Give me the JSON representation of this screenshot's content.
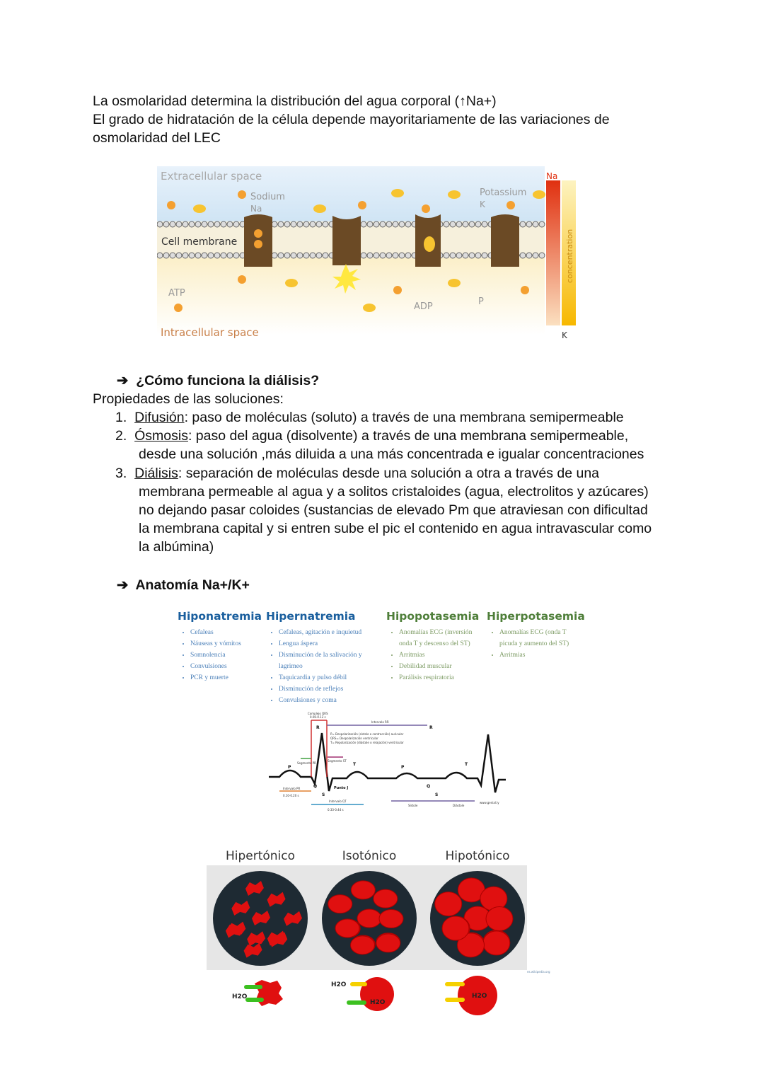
{
  "intro": {
    "line1": "La osmolaridad determina la distribución del agua corporal (↑Na+)",
    "line2": "El grado de hidratación de la célula depende mayoritariamente de las variaciones de",
    "line3": "osmolaridad del LEC"
  },
  "membrane_figure": {
    "extracellular": "Extracellular space",
    "intracellular": "Intracellular space",
    "cell_membrane": "Cell membrane",
    "sodium": "Sodium",
    "sodium_symbol": "Na",
    "potassium": "Potassium",
    "potassium_symbol": "K",
    "atp": "ATP",
    "adp": "ADP",
    "pi": "P",
    "na_bar": "Na",
    "k_bar": "K",
    "concentration": "concentration",
    "colors": {
      "sodium": "#f4a030",
      "potassium": "#f7c430",
      "channel": "#6b4a25",
      "gradient_na": "#e03010",
      "gradient_k": "#f7b800"
    }
  },
  "section1": {
    "heading": "¿Cómo funciona la diálisis?",
    "subheading": "Propiedades de las soluciones:",
    "items": [
      {
        "num": "1.",
        "term": "Difusión",
        "text": ": paso de moléculas (soluto) a través de una membrana semipermeable",
        "more": []
      },
      {
        "num": "2.",
        "term": "Ósmosis",
        "text": ": paso del agua (disolvente) a través de una membrana semipermeable,",
        "more": [
          "desde una solución ,más diluida a una más concentrada e igualar concentraciones"
        ]
      },
      {
        "num": "3.",
        "term": "Diálisis",
        "text": ": separación de moléculas desde una solución a otra a través de una",
        "more": [
          "membrana permeable al agua y a solitos cristaloides (agua, electrolitos y azúcares)",
          "no dejando pasar coloides (sustancias de elevado Pm que atraviesan con dificultad",
          "la membrana capital y si entren sube el pic el contenido en agua intravascular como",
          "la albúmina)"
        ]
      }
    ]
  },
  "section2": {
    "heading": "Anatomía Na+/K+"
  },
  "electrolytes": [
    {
      "title": "Hiponatremia",
      "items": [
        "Cefaleas",
        "Náuseas y vómitos",
        "Somnolencia",
        "Convulsiones",
        "PCR y muerte"
      ]
    },
    {
      "title": "Hipernatremia",
      "items": [
        "Cefaleas, agitación e inquietud",
        "Lengua áspera",
        "Disminución de la salivación y lagrimeo",
        "Taquicardia y pulso débil",
        "Disminución de reflejos",
        "Convulsiones y coma"
      ]
    },
    {
      "title": "Hipopotasemia",
      "items": [
        "Anomalías ECG (inversión onda T y descenso del ST)",
        "Arritmias",
        "Debilidad muscular",
        "Parálisis respiratoria"
      ]
    },
    {
      "title": "Hiperpotasemia",
      "items": [
        "Anomalías ECG (onda T picuda y aumento del ST)",
        "Arritmias"
      ]
    }
  ],
  "ecg": {
    "qrs": "Complejo QRS",
    "qrs_time": "0.06-0.12 s",
    "rr": "Intervalo RR",
    "legend": [
      "P= Despolarización (sístole o contracción) auricular",
      "QRS= Despolarización ventricular",
      "T= Repolarización (diástole o relajación) ventricular"
    ],
    "pr_segment": "Segmento PR",
    "st_segment": "Segmento ST",
    "pr_interval": "Intervalo PR",
    "pr_time": "0.10-0.20 s",
    "qt_interval": "Intervalo QT",
    "qt_time": "0.33-0.44 s",
    "point_j": "Punto J",
    "systole": "Sístole",
    "diastole": "Diástole",
    "waves": {
      "P": "P",
      "Q": "Q",
      "R": "R",
      "S": "S",
      "T": "T"
    },
    "credit": "www.genial.ly"
  },
  "tonicity": {
    "labels": [
      "Hipertónico",
      "Isotónico",
      "Hipotónico"
    ],
    "water": "H2O",
    "credit": "es.wikipedia.org",
    "colors": {
      "cell": "#e01010",
      "background": "#1e2a33",
      "arrow_in": "#f5d000",
      "arrow_out": "#3cc020"
    }
  }
}
